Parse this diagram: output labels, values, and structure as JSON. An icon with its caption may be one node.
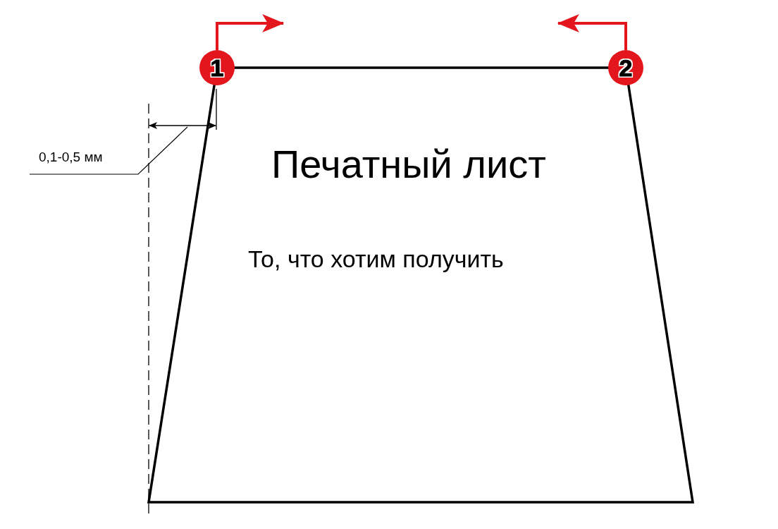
{
  "diagram": {
    "nodes": [
      {
        "text": [
          "Печатный лист",
          "То, что хотим получить"
        ]
      },
      {
        "text": [
          "1"
        ]
      },
      {
        "text": [
          "2"
        ]
      }
    ],
    "edges": [
      {
        "from": 1,
        "to": null,
        "arrow": "to",
        "color": "#e3161d"
      },
      {
        "from": 2,
        "to": null,
        "arrow": "to",
        "color": "#e3161d"
      }
    ],
    "labels": [
      "0,1-0,5 мм"
    ]
  }
}
